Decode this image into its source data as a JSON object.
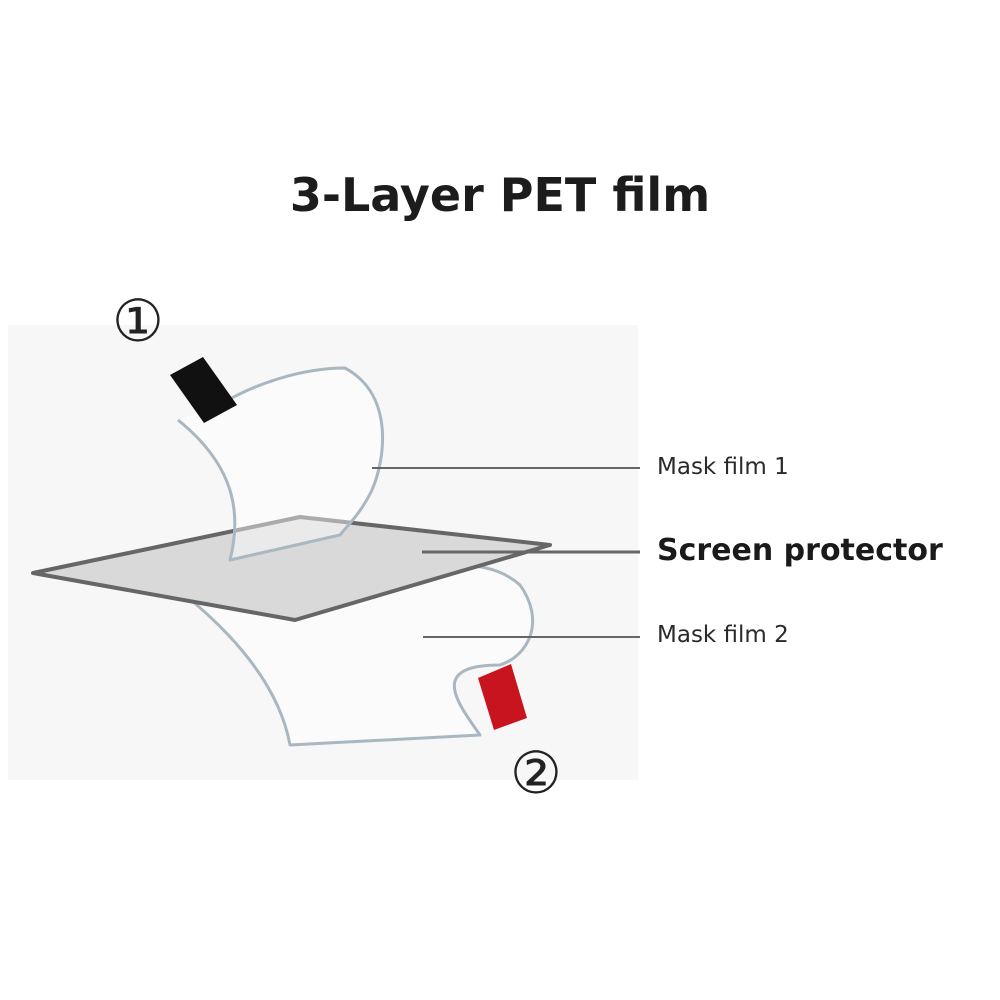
{
  "diagram": {
    "title": "3-Layer PET film",
    "layers": [
      {
        "label": "Mask film 1",
        "emphasis": false
      },
      {
        "label": "Screen protector",
        "emphasis": true
      },
      {
        "label": "Mask film 2",
        "emphasis": false
      }
    ],
    "markers": {
      "first": "①",
      "second": "②"
    },
    "colors": {
      "film_outline": "#a9b7c0",
      "protector_fill": "#d9d9d9",
      "protector_outline": "#666666",
      "tab_1": "#111111",
      "tab_2": "#c8141e",
      "leader_line": "#666666",
      "panel_background": "#f7f7f7"
    }
  }
}
